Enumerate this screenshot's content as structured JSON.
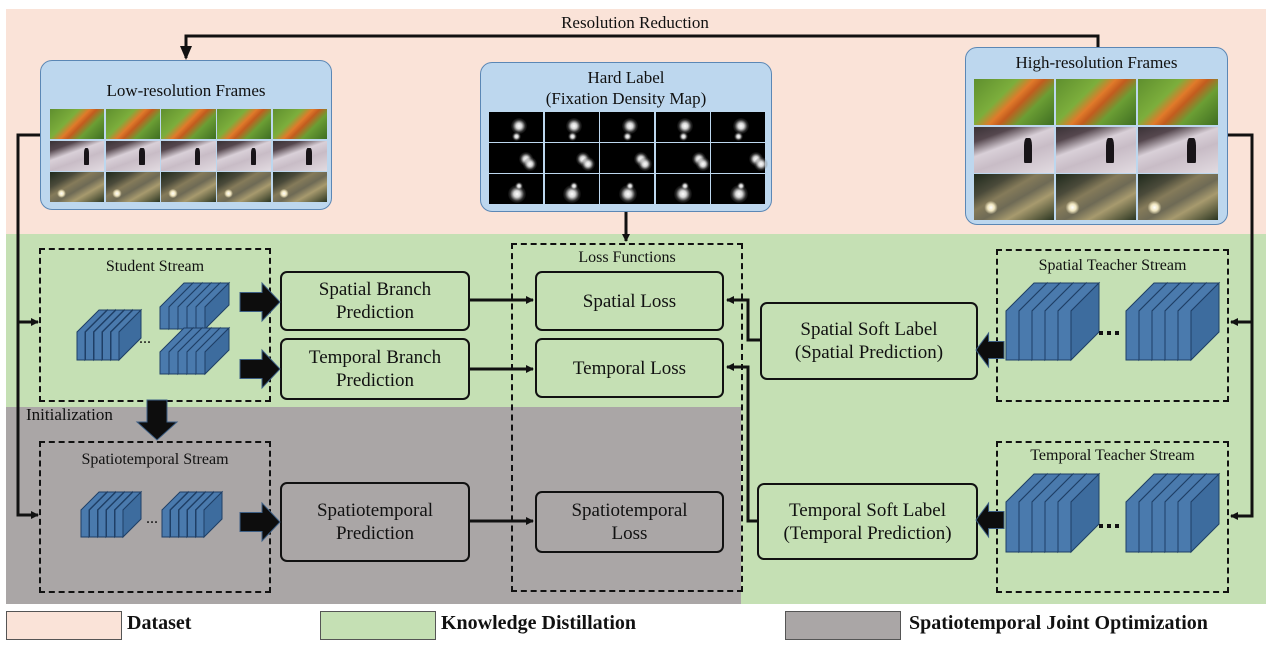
{
  "diagram": {
    "regions": {
      "dataset": {
        "color": "#fae3d8"
      },
      "knowledge_distillation": {
        "color": "#c5e0b4"
      },
      "spatiotemporal_joint_optimization": {
        "color": "#aaa6a6"
      }
    },
    "top_connector_label": "Resolution Reduction",
    "low_res_panel": {
      "title": "Low-resolution Frames",
      "rows": [
        "castle",
        "snow",
        "road"
      ],
      "columns": 5
    },
    "hard_label_panel": {
      "title_line1": "Hard Label",
      "title_line2": "(Fixation Density Map)",
      "rows": 3,
      "columns": 5
    },
    "high_res_panel": {
      "title": "High-resolution Frames",
      "rows": [
        "castle",
        "snow",
        "road"
      ],
      "columns": 3
    },
    "student_stream": {
      "title": "Student Stream",
      "ellipsis": "..."
    },
    "spatiotemporal_stream": {
      "title": "Spatiotemporal Stream",
      "ellipsis": "..."
    },
    "initialization_label": "Initialization",
    "spatial_branch_prediction": {
      "line1": "Spatial Branch",
      "line2": "Prediction"
    },
    "temporal_branch_prediction": {
      "line1": "Temporal Branch",
      "line2": "Prediction"
    },
    "spatiotemporal_prediction": {
      "line1": "Spatiotemporal",
      "line2": "Prediction"
    },
    "loss_functions": {
      "title": "Loss Functions",
      "spatial_loss": "Spatial Loss",
      "temporal_loss": "Temporal Loss",
      "spatiotemporal_loss_line1": "Spatiotemporal",
      "spatiotemporal_loss_line2": "Loss"
    },
    "spatial_soft_label": {
      "line1": "Spatial Soft Label",
      "line2": "(Spatial Prediction)"
    },
    "temporal_soft_label": {
      "line1": "Temporal Soft Label",
      "line2": "(Temporal Prediction)"
    },
    "spatial_teacher_stream": {
      "title": "Spatial Teacher Stream",
      "ellipsis": "..."
    },
    "temporal_teacher_stream": {
      "title": "Temporal Teacher Stream",
      "ellipsis": "..."
    }
  },
  "legend": [
    {
      "label": "Dataset",
      "color": "#fae3d8"
    },
    {
      "label": "Knowledge Distillation",
      "color": "#c5e0b4"
    },
    {
      "label": "Spatiotemporal Joint Optimization",
      "color": "#aaa6a6"
    }
  ],
  "colors": {
    "layer_fill": "#4a7aad",
    "layer_edge": "#1f3f66",
    "panel_fill": "#bdd7ee"
  }
}
